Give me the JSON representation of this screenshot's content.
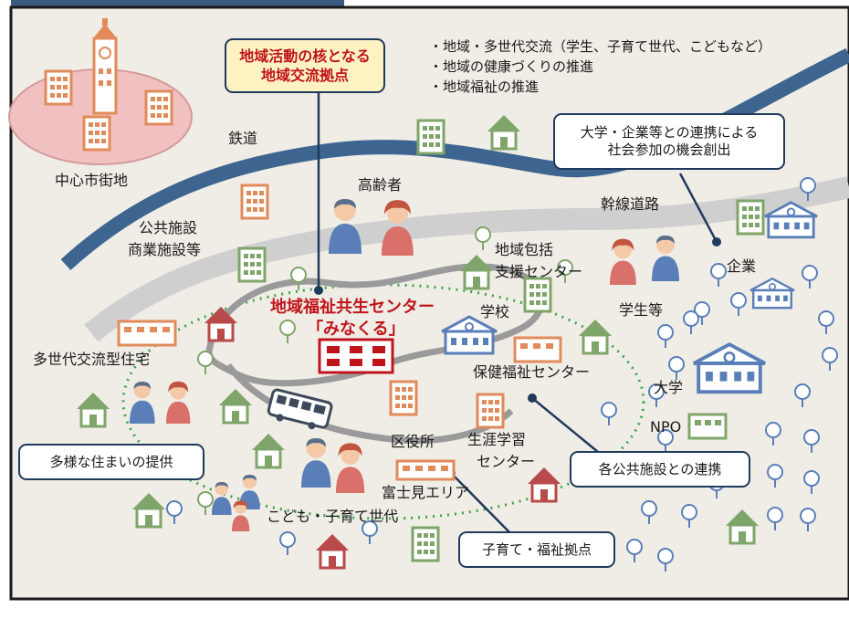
{
  "colors": {
    "frame": "#1a1a1a",
    "background": "#f0ede6",
    "railway": "#3e6590",
    "highway": "#bdbdbd",
    "center_accent": "#c0141b",
    "callout_yellow": "#fdf3c2",
    "green_dots": "#3aa64a",
    "building_green": "#7fa56a",
    "building_orange": "#e18a5a",
    "building_blue": "#5a7fb8",
    "house_red": "#b84a4a"
  },
  "labels": {
    "city_center": "中心市街地",
    "railway": "鉄道",
    "public_facilities_1": "公共施設",
    "public_facilities_2": "商業施設等",
    "elderly": "高齢者",
    "highway": "幹線道路",
    "community_support_1": "地域包括",
    "community_support_2": "支援センター",
    "company": "企業",
    "students": "学生等",
    "school": "学校",
    "health_center": "保健福祉センター",
    "university": "大学",
    "npo": "NPO",
    "multigen_housing": "多世代交流型住宅",
    "ward_office": "区役所",
    "lifelong_1": "生涯学習",
    "lifelong_2": "センター",
    "fujimi_area": "富士見エリア",
    "children_families": "こども・子育て世代",
    "center_title": "地域福祉共生センター",
    "center_nickname": "「みなくる」"
  },
  "callouts": {
    "core_hub_line1": "地域活動の核となる",
    "core_hub_line2": "地域交流拠点",
    "university_collab_line1": "大学・企業等との連携による",
    "university_collab_line2": "社会参加の機会創出",
    "public_collab": "各公共施設との連携",
    "diverse_housing": "多様な住まいの提供",
    "childcare_hub": "子育て・福祉拠点"
  },
  "bullets": [
    "・地域・多世代交流（学生、子育て世代、こどもなど）",
    "・地域の健康づくりの推進",
    "・地域福祉の推進"
  ],
  "icons": [
    "clock-tower-icon",
    "office-building-icon",
    "house-icon",
    "tree-icon",
    "school-icon",
    "bus-icon",
    "elderly-couple-icon",
    "students-icon",
    "family-icon",
    "mother-child-icon"
  ]
}
